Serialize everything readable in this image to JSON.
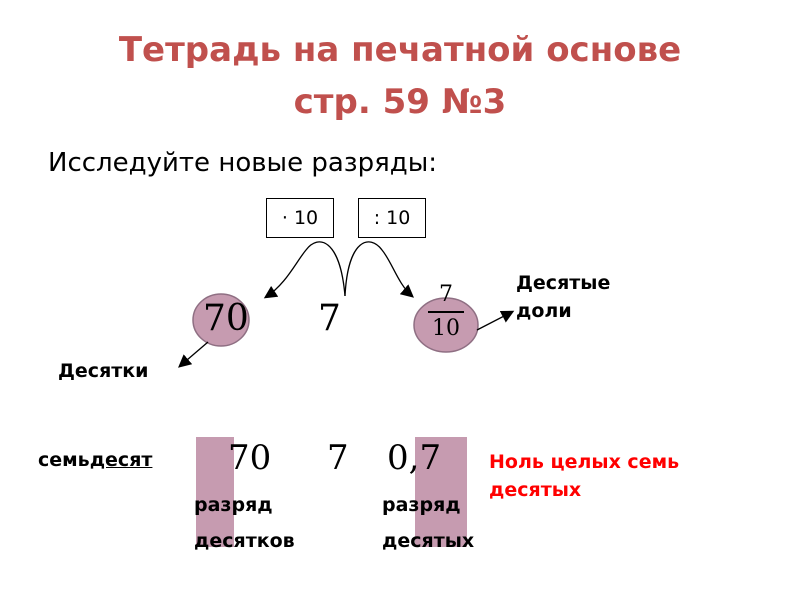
{
  "slide": {
    "title_line1": "Тетрадь на печатной основе",
    "title_line2": "стр. 59 №3",
    "instruction": "Исследуйте новые разряды:"
  },
  "operations": {
    "multiply": "· 10",
    "divide": ": 10"
  },
  "diagram": {
    "left_number": "70",
    "center_number": "7",
    "fraction_numerator": "7",
    "fraction_denominator": "10",
    "label_tens": "Десятки",
    "label_tenths_line1": "Десятые",
    "label_tenths_line2": "доли"
  },
  "bottom": {
    "word_prefix": "семь",
    "word_suffix": "десят",
    "num_70": "70",
    "num_7": "7",
    "num_decimal": "0,7",
    "rank_left_line1": "разряд",
    "rank_left_line2": "десятков",
    "rank_right_line1": "разряд",
    "rank_right_line2": "десятых",
    "reading_line1": "Ноль целых семь",
    "reading_line2": "десятых"
  },
  "colors": {
    "title": "#c0504d",
    "highlight": "#c69bb0",
    "reading": "#ff0000"
  }
}
